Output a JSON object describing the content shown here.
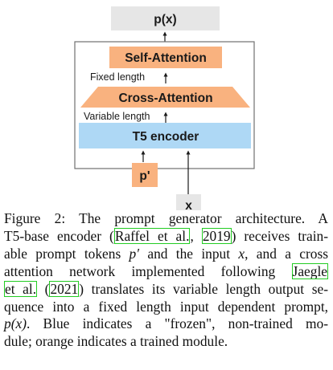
{
  "diagram": {
    "output_label": "p(x)",
    "self_attention_label": "Self-Attention",
    "fixed_length_label": "Fixed length",
    "cross_attention_label": "Cross-Attention",
    "variable_length_label": "Variable length",
    "encoder_label": "T5 encoder",
    "prompt_token_label": "p'",
    "input_label": "x",
    "colors": {
      "trained": "#f9b27f",
      "frozen": "#aed8f5",
      "gray_box": "#e6e6e6",
      "arrow": "#1a1a1a"
    }
  },
  "caption": {
    "figure_label": "Figure 2:",
    "line1_text": "The prompt generator architecture. A",
    "line2_pre": "T5-base encoder (",
    "cite1_author": "Raffel et al.",
    "cite1_sep": ",",
    "cite1_year": "2019",
    "line2_post": ") receives train-",
    "line3_pre": "able prompt tokens ",
    "line3_math1": "p′",
    "line3_mid": " and the input ",
    "line3_math2": "x",
    "line3_post": ", and a cross",
    "line4_pre": "attention network implemented following ",
    "cite2_author_part1": "Jaegle",
    "cite2_author_part2": "et al.",
    "cite2_year": "2021",
    "line5_post": ") translates its variable length output se-",
    "line6_text": "quence into a fixed length input dependent prompt,",
    "line7_math": "p(x)",
    "line7_post": ". Blue indicates a \"frozen\", non-trained mo-",
    "line8_text": "dule; orange indicates a trained module."
  }
}
